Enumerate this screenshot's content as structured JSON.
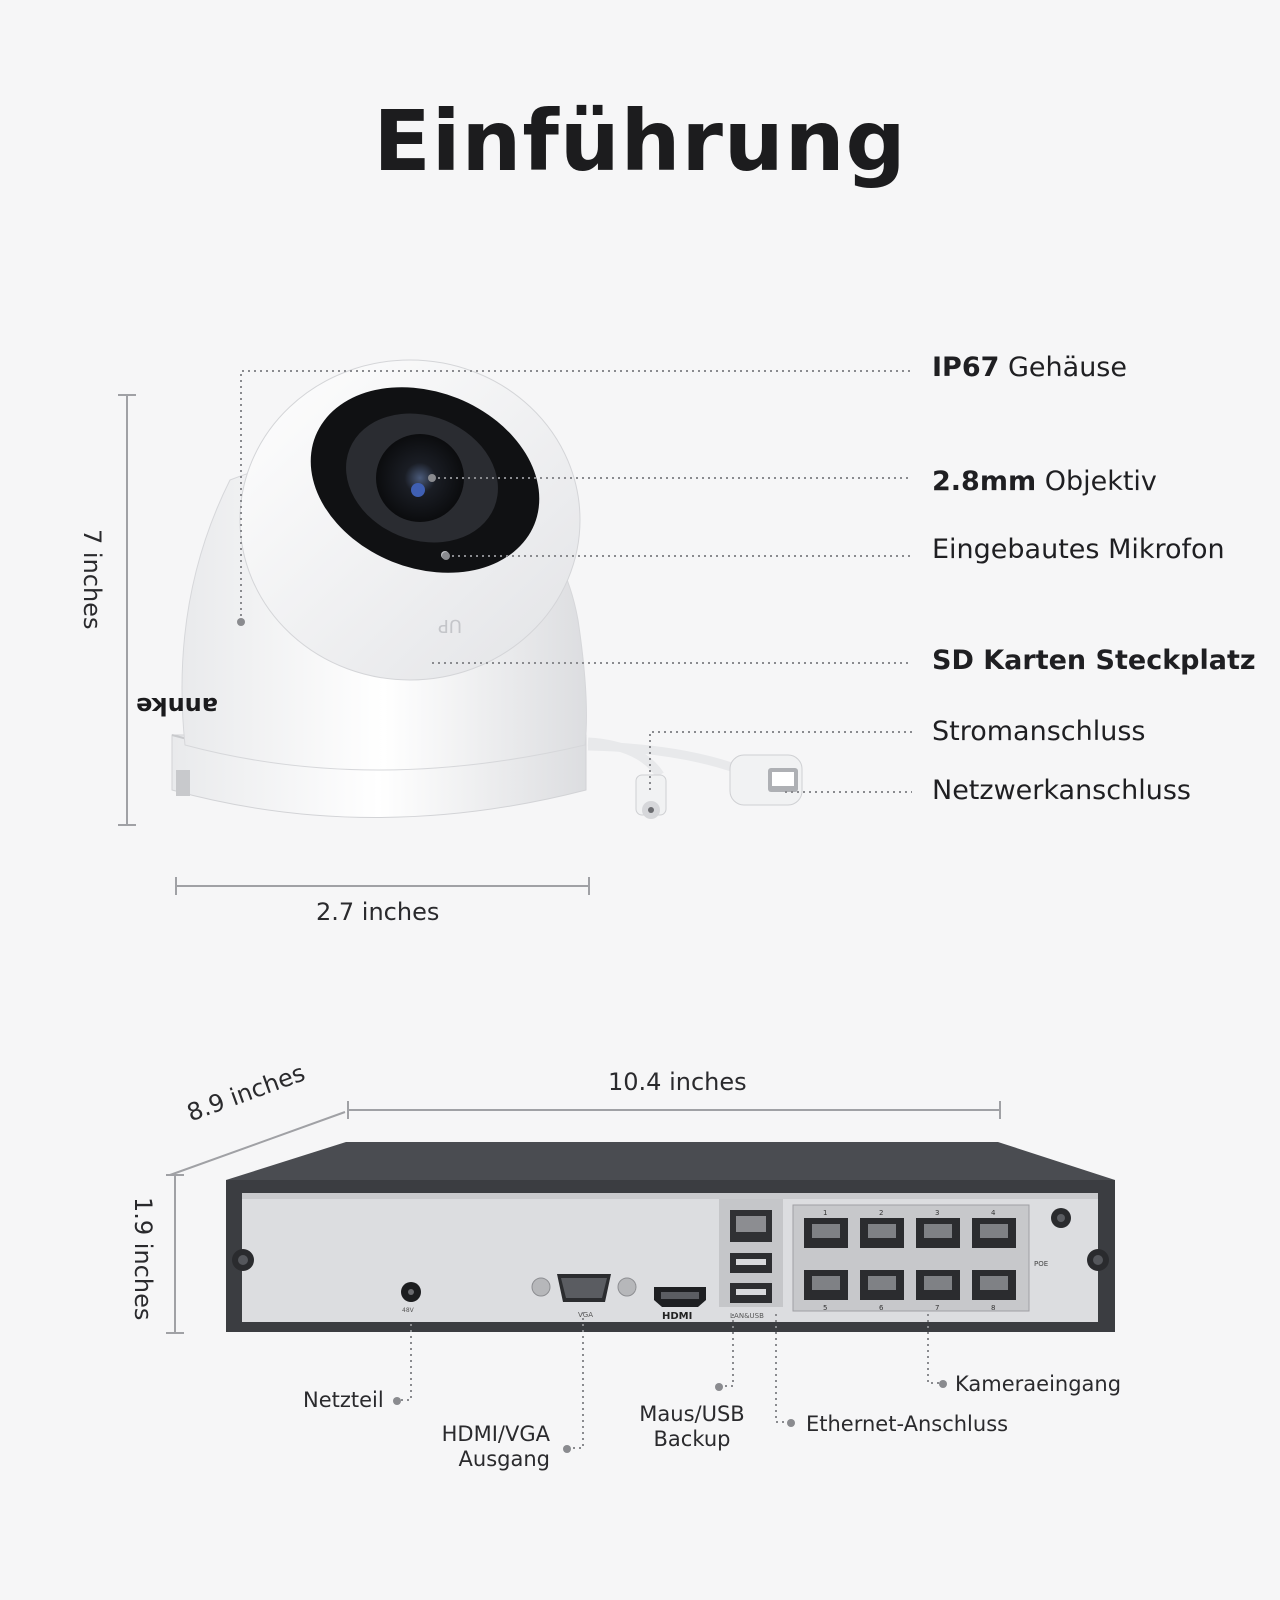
{
  "page": {
    "title": "Einführung"
  },
  "camera": {
    "labels": [
      {
        "strong": "IP67",
        "rest": " Gehäuse"
      },
      {
        "strong": "2.8mm",
        "rest": " Objektiv"
      },
      {
        "strong": "",
        "rest": "Eingebautes Mikrofon"
      },
      {
        "strong": "SD Karten Steckplatz",
        "rest": ""
      },
      {
        "strong": "",
        "rest": "Stromanschluss"
      },
      {
        "strong": "",
        "rest": "Netzwerkanschluss"
      }
    ],
    "height_label": "7 inches",
    "width_label": "2.7 inches",
    "brand_text": "annke"
  },
  "nvr": {
    "width_label": "10.4 inches",
    "depth_label": "8.9 inches",
    "height_label": "1.9 inches",
    "port_text": {
      "vga": "VGA",
      "hdmi": "HDMI",
      "lanusb": "LAN&USB",
      "poe": "POE",
      "dc": "48V",
      "port_numbers": [
        "1",
        "2",
        "3",
        "4",
        "5",
        "6",
        "7",
        "8"
      ]
    },
    "labels": {
      "netzteil": "Netzteil",
      "hdmi_vga_1": "HDMI/VGA",
      "hdmi_vga_2": "Ausgang",
      "maus_1": "Maus/USB",
      "maus_2": "Backup",
      "ethernet": "Ethernet-Anschluss",
      "kamera": "Kameraeingang"
    }
  },
  "colors": {
    "background": "#f6f6f7",
    "text": "#1d1d1f",
    "nvr_body": "#3b3d41",
    "nvr_panel": "#dcdde0"
  }
}
